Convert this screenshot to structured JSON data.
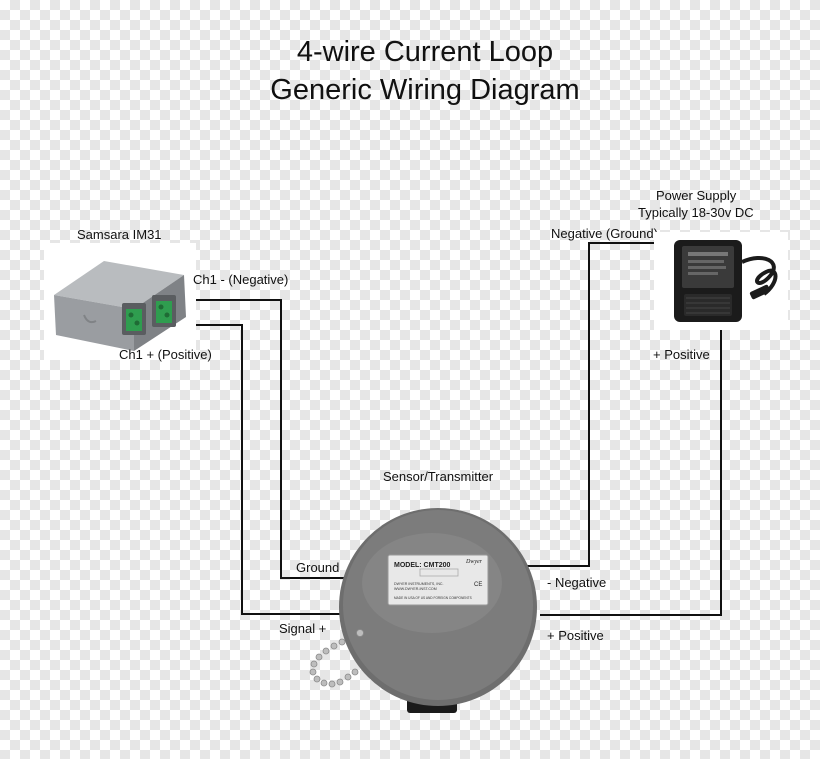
{
  "title": {
    "line1": "4-wire Current Loop",
    "line2": "Generic Wiring Diagram"
  },
  "device": {
    "name": "Samsara IM31",
    "ch1_negative": "Ch1 - (Negative)",
    "ch1_positive": "Ch1 + (Positive)"
  },
  "power_supply": {
    "name": "Power Supply",
    "spec": "Typically 18-30v DC",
    "negative": "Negative (Ground)",
    "positive": "+ Positive"
  },
  "sensor": {
    "name": "Sensor/Transmitter",
    "ground": "Ground",
    "signal": "Signal +",
    "negative": "- Negative",
    "positive": "+ Positive",
    "plate_model": "MODEL: CMT200",
    "plate_maker": "Dwyer",
    "plate_line1": "DWYER INSTRUMENTS, INC.",
    "plate_line2": "WWW.DWYER-INST.COM",
    "plate_line3": "MADE IN USA OF US AND FOREIGN COMPONENTS",
    "plate_ce": "CE"
  },
  "colors": {
    "wire": "#111111",
    "sensor_body": "#7a7a7a",
    "device_body": "#9da0a3",
    "terminal_green": "#2f9d4f",
    "adapter_black": "#1b1b1b"
  }
}
